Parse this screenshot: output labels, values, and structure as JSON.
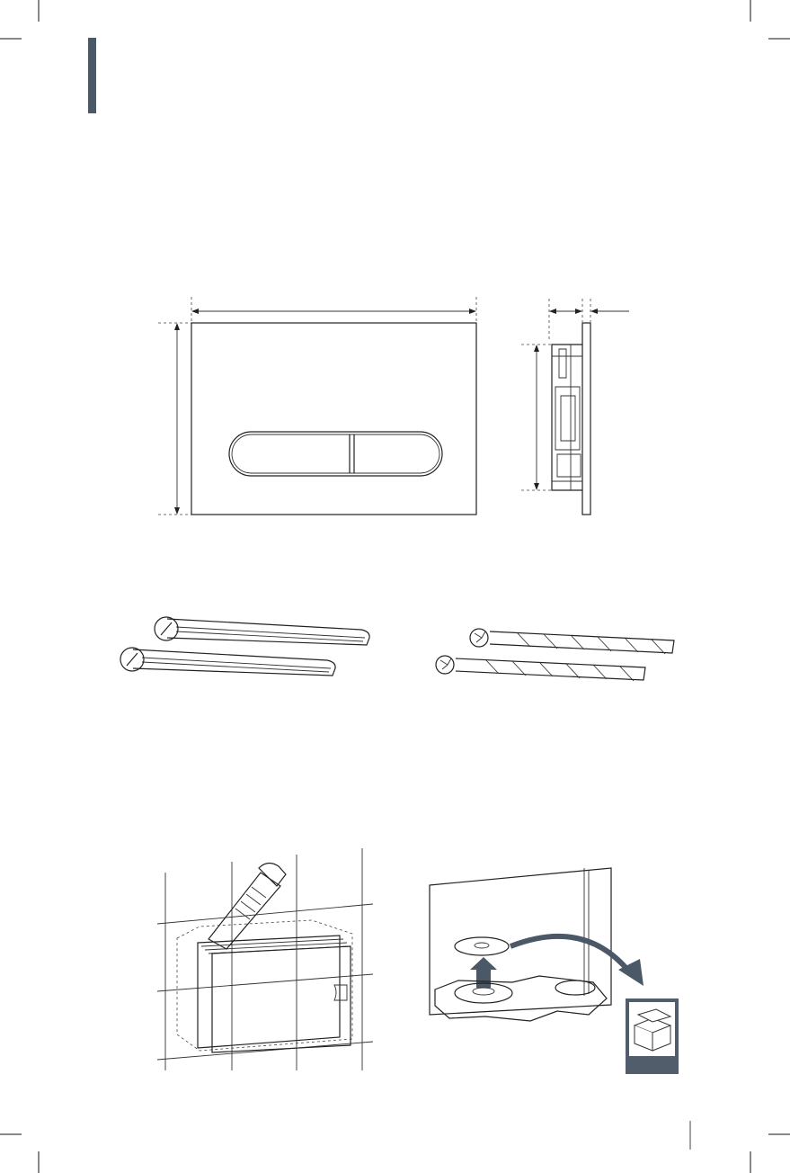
{
  "page": {
    "accent_color": "#4a5868",
    "section_bar_color": "#4a5868",
    "box_icon_color": "#525d6b"
  },
  "figures": {
    "dimension_drawing": {
      "front_view": "flush-plate-front-view",
      "side_view": "flush-plate-side-view"
    },
    "screws": {
      "left_pair": "slotted-screw-rods",
      "right_pair": "threaded-screw-rods"
    },
    "installation": {
      "left_step": "cutter-knife-cutting-box",
      "right_step": "remove-disc-to-storage-box"
    }
  }
}
